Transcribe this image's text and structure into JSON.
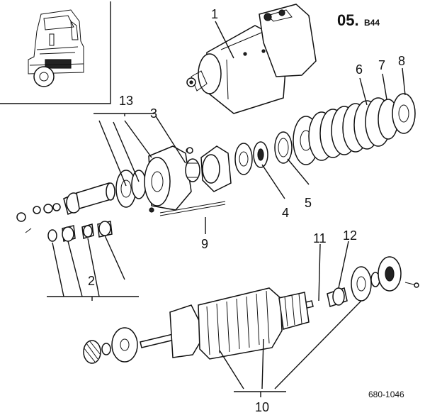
{
  "sheet": {
    "code": "05.",
    "sub": "B44",
    "reference": "680-1046"
  },
  "callouts": {
    "c1": "1",
    "c2": "2",
    "c3": "3",
    "c4": "4",
    "c5": "5",
    "c6": "6",
    "c7": "7",
    "c8": "8",
    "c9": "9",
    "c10": "10",
    "c11": "11",
    "c12": "12",
    "c13": "13"
  },
  "icons": {
    "vehicle_locator": "truck-cab-icon",
    "starter_motor": "starter-motor-icon"
  }
}
